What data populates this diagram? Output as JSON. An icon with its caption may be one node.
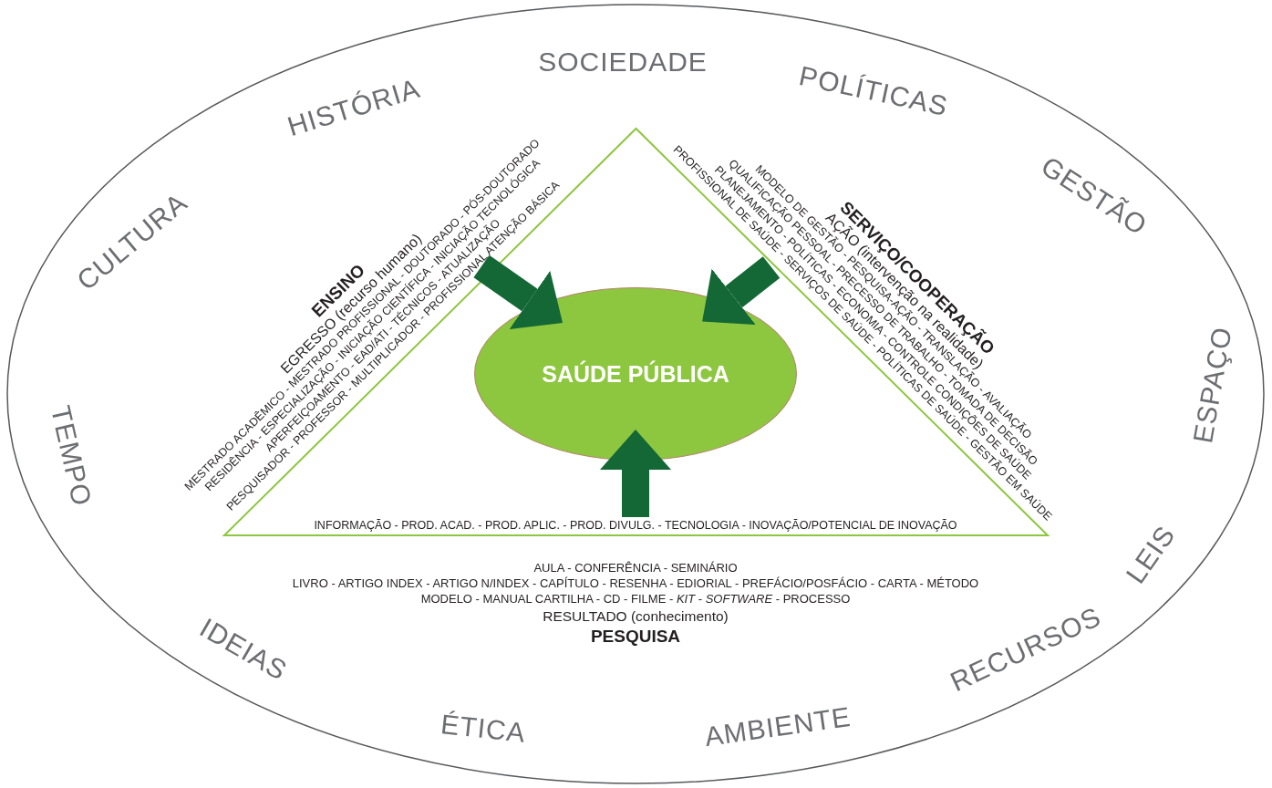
{
  "diagram": {
    "nodes": [
      {
        "text": [],
        "shape": "ellipse"
      },
      {
        "text": [],
        "shape": "triangle",
        "in": 0
      },
      {
        "text": [
          "SAÚDE PÚBLICA"
        ],
        "in": 1
      },
      {
        "text": [
          "ENSINO",
          "EGRESSO (recurso humano)",
          "MESTRADO ACADÊMICO - MESTRADO PROFISSIONAL - DOUTORADO - PÓS-DOUTORADO",
          "RESIDÊNCIA - ESPECIALIZAÇÃO - INICIAÇÃO CIENTÍFICA - INICIAÇÃO TECNOLÓGICA",
          "APERFEIÇOAMENTO - EAD/ATI - TÉCNICOS - ATUALIZAÇÃO",
          "PESQUISADOR - PROFESSOR - MULTIPLICADOR - PROFISSIONAL ATENÇÃO BÁSICA"
        ],
        "in": 0
      },
      {
        "text": [
          "SERVIÇO/COOPERAÇÃO",
          "AÇÃO (intervenção na realidade)",
          "MODELO DE GESTÃO - PESQUISA-AÇÃO - TRANSLAÇÃO - AVALIAÇÃO",
          "QUALIFICAÇÃO PESSOAL - PRECESSO DE TRABALHO - TOMADA DE DECISÃO",
          "PLANEJAMENTO - POLÍTICAS - ECONOMIA - CONTROLE CONDIÇÕES DE SAÚDE",
          "PROFISSIONAL DE SAÚDE - SERVIÇOS DE SAÚDE - POLÍTICAS DE SAÚDE - GESTÃO EM SAÚDE"
        ],
        "in": 0
      },
      {
        "text": [
          "INFORMAÇÃO - PROD. ACAD. - PROD. APLIC. - PROD. DIVULG. - TECNOLOGIA - INOVAÇÃO/POTENCIAL DE INOVAÇÃO"
        ],
        "in": 1
      },
      {
        "text": [
          "AULA - CONFERÊNCIA - SEMINÁRIO",
          "LIVRO - ARTIGO INDEX - ARTIGO N/INDEX - CAPÍTULO - RESENHA - EDIORIAL - PREFÁCIO/POSFÁCIO - CARTA - MÉTODO",
          "MODELO - MANUAL CARTILHA - CD - FILME - *KIT* - *SOFTWARE* - PROCESSO",
          "RESULTADO (conhecimento)",
          "PESQUISA"
        ],
        "in": 0
      }
    ],
    "edges": [
      {
        "from": 3,
        "to": 2,
        "arrow": "to"
      },
      {
        "from": 4,
        "to": 2,
        "arrow": "to"
      },
      {
        "from": 5,
        "to": 2,
        "arrow": "to"
      }
    ],
    "labels": [
      "SOCIEDADE",
      "HISTÓRIA",
      "POLÍTICAS",
      "CULTURA",
      "GESTÃO",
      "ESPAÇO",
      "TEMPO",
      "LEIS",
      "IDEIAS",
      "RECURSOS",
      "ÉTICA",
      "AMBIENTE"
    ]
  }
}
